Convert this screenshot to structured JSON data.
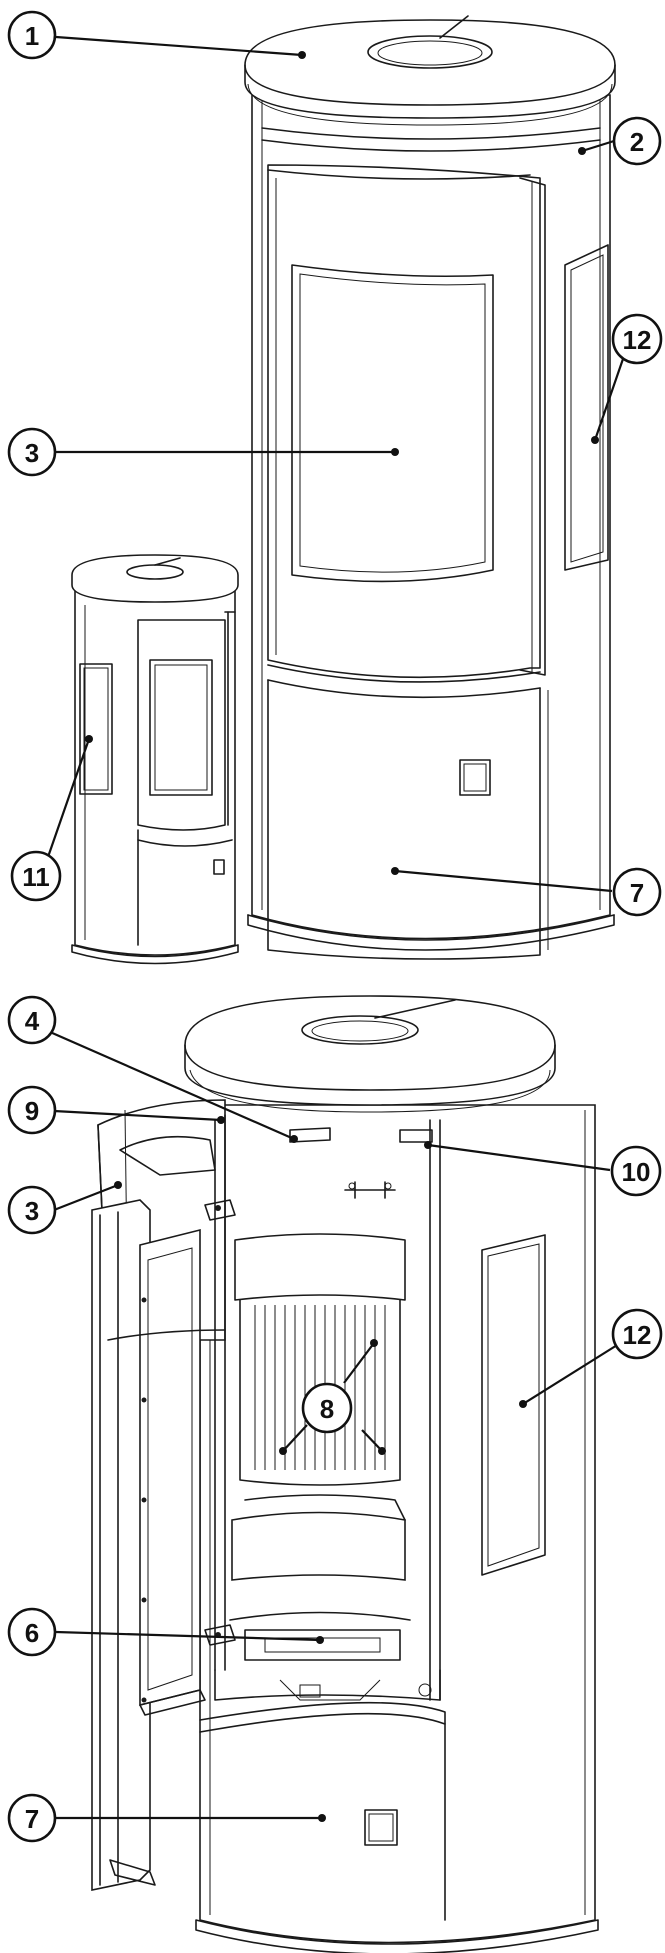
{
  "callouts": [
    {
      "id": "c1",
      "label": "1"
    },
    {
      "id": "c2",
      "label": "2"
    },
    {
      "id": "c12a",
      "label": "12"
    },
    {
      "id": "c3a",
      "label": "3"
    },
    {
      "id": "c11",
      "label": "11"
    },
    {
      "id": "c7a",
      "label": "7"
    },
    {
      "id": "c4",
      "label": "4"
    },
    {
      "id": "c9",
      "label": "9"
    },
    {
      "id": "c10",
      "label": "10"
    },
    {
      "id": "c3b",
      "label": "3"
    },
    {
      "id": "c12b",
      "label": "12"
    },
    {
      "id": "c8",
      "label": "8"
    },
    {
      "id": "c6",
      "label": "6"
    },
    {
      "id": "c7b",
      "label": "7"
    }
  ],
  "colors": {
    "line": "#1a1a1a",
    "background": "#ffffff"
  }
}
